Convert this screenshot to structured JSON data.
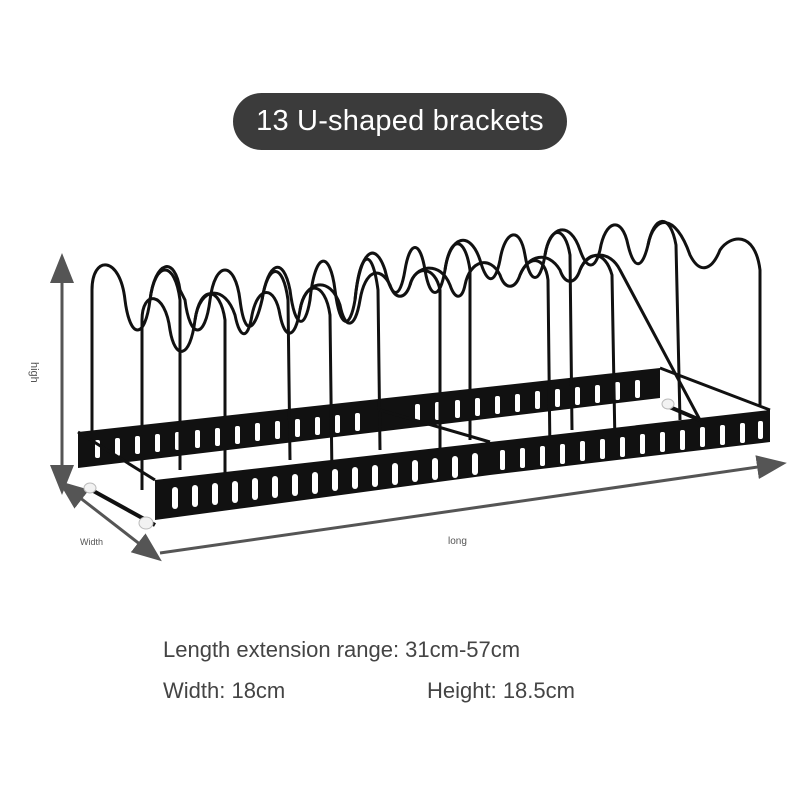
{
  "title_badge": {
    "text": "13 U-shaped brackets",
    "bg_color": "#3b3b3b",
    "text_color": "#ffffff"
  },
  "illustration": {
    "subject": "expandable pot-lid rack with wavy wire dividers",
    "bracket_count": 13,
    "rack_color": "#111111",
    "dimension_labels": {
      "high": "high",
      "width": "Width",
      "long": "long"
    },
    "arrow_color": "#555555"
  },
  "specs": {
    "length": "Length extension range: 31cm-57cm",
    "width": "Width: 18cm",
    "height": "Height: 18.5cm"
  }
}
